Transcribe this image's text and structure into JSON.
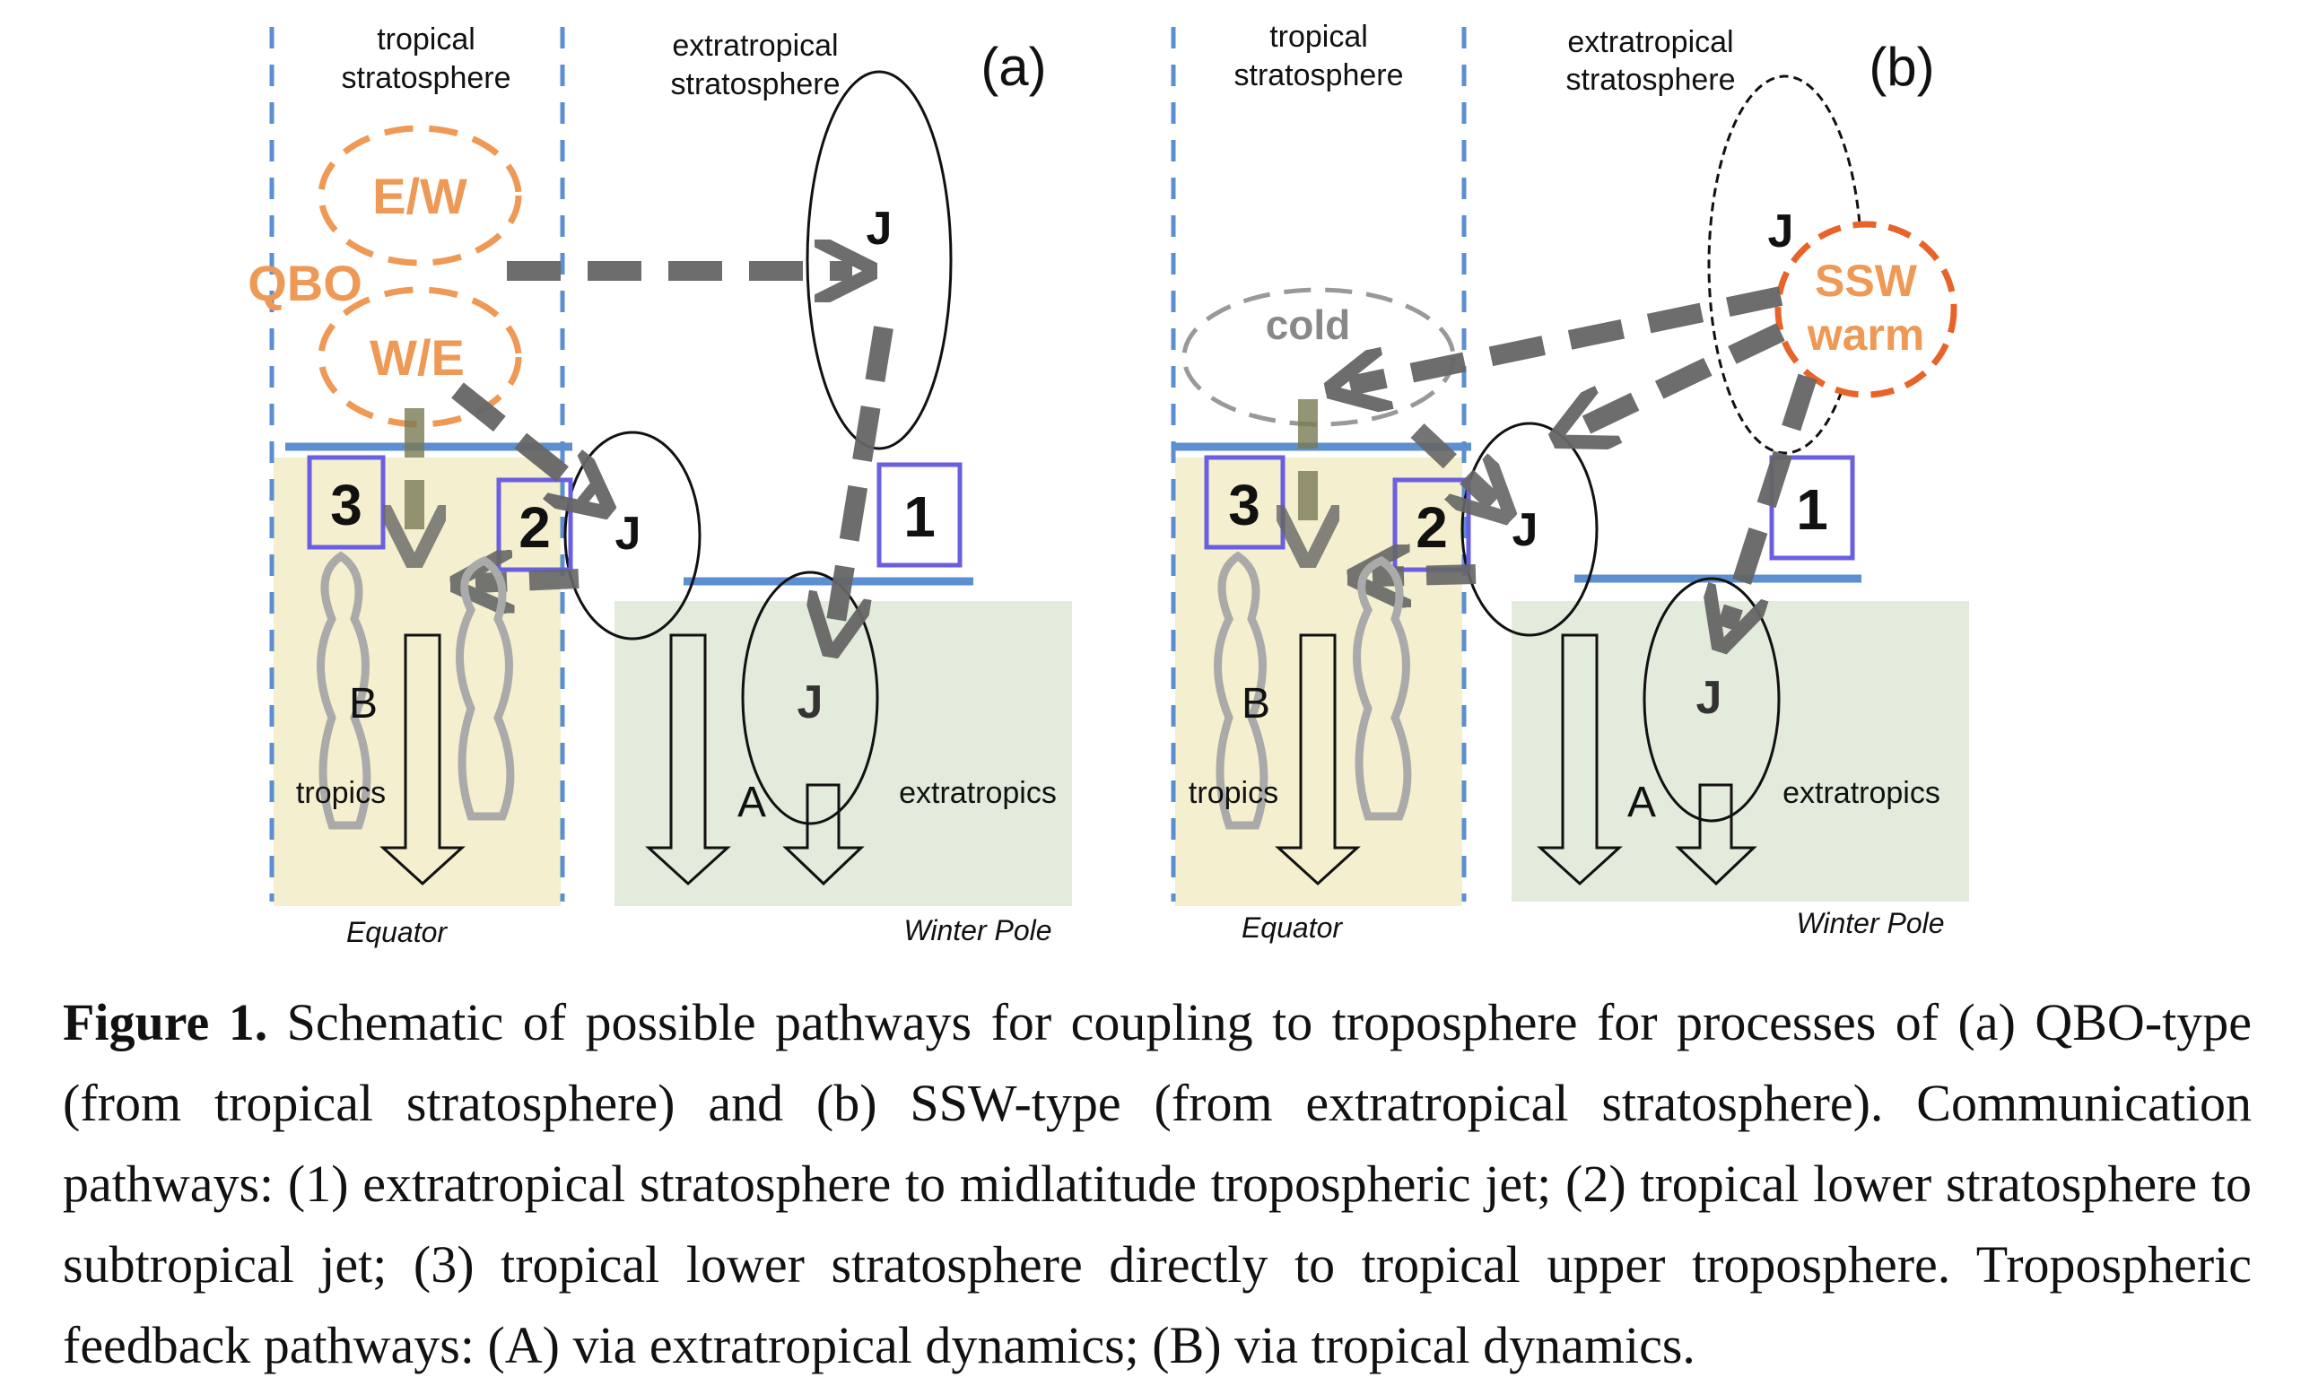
{
  "panel_a": {
    "tropical_label_1": "tropical",
    "tropical_label_2": "stratosphere",
    "extratropical_label_1": "extratropical",
    "extratropical_label_2": "stratosphere",
    "panel_letter": "(a)",
    "qbo_label": "QBO",
    "ew_label": "E/W",
    "we_label": "W/E",
    "jet_label": "J",
    "box_1": "1",
    "box_2": "2",
    "box_3": "3",
    "feedback_a": "A",
    "feedback_b": "B",
    "tropics_label": "tropics",
    "extratropics_label": "extratropics",
    "equator_label": "Equator",
    "pole_label": "Winter Pole"
  },
  "panel_b": {
    "tropical_label_1": "tropical",
    "tropical_label_2": "stratosphere",
    "extratropical_label_1": "extratropical",
    "extratropical_label_2": "stratosphere",
    "panel_letter": "(b)",
    "cold_label": "cold",
    "ssw_label": "SSW",
    "warm_label": "warm",
    "jet_label": "J",
    "box_1": "1",
    "box_2": "2",
    "box_3": "3",
    "feedback_a": "A",
    "feedback_b": "B",
    "tropics_label": "tropics",
    "extratropics_label": "extratropics",
    "equator_label": "Equator",
    "pole_label": "Winter Pole"
  },
  "caption": {
    "heading": "Figure 1.",
    "text": "Schematic of possible pathways for coupling to troposphere for processes of (a) QBO-type (from tropical stratosphere) and (b) SSW-type (from extratropical stratosphere). Communication pathways: (1) extratropical stratosphere to midlatitude tropospheric jet; (2) tropical lower stratosphere to subtropical jet; (3) tropical lower stratosphere directly to tropical upper troposphere. Tropospheric feedback pathways: (A) via extratropical dynamics; (B) via tropical dynamics."
  },
  "colors": {
    "tropics_fill": "#f3efcf",
    "extratropics_fill": "#e2ebdc",
    "boundary_blue": "#5b8fd0",
    "orange": "#ee9955",
    "ssw_orange": "#e8632a",
    "arrow_gray": "#666666",
    "box_blue": "#6a5fe0"
  }
}
